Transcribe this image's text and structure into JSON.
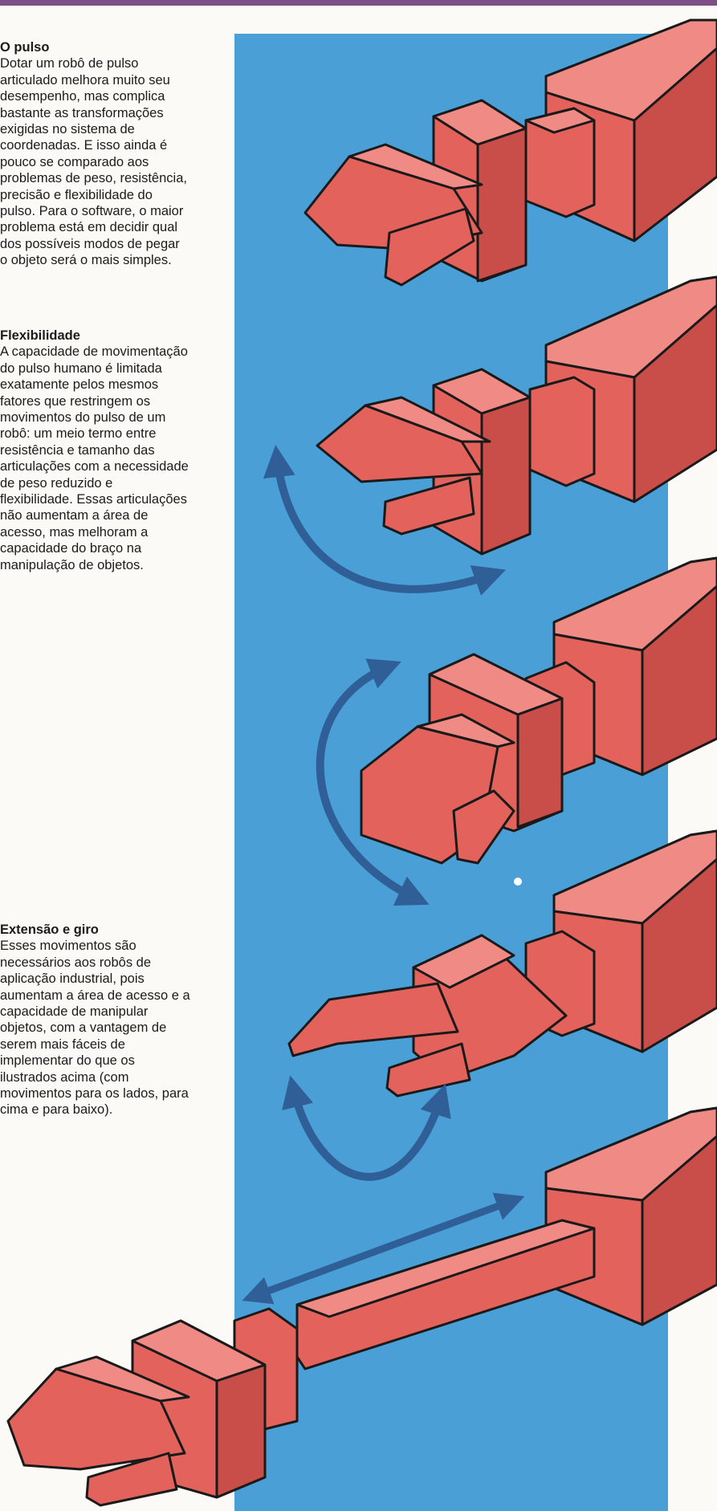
{
  "theme": {
    "header_bar": "#7e4f86",
    "panel_blue": "#4a9fd6",
    "robot_front": "#e4625c",
    "robot_top": "#ef8a84",
    "robot_side": "#c94d49",
    "arrow": "#2f5f96"
  },
  "sections": [
    {
      "title": "O pulso",
      "lines": [
        "Dotar um robô de pulso",
        "articulado melhora muito seu",
        "desempenho, mas complica",
        "bastante as transformações",
        "exigidas no sistema de",
        "coordenadas. E isso ainda é",
        "pouco se comparado aos",
        "problemas de peso, resistência,",
        "precisão e flexibilidade do",
        "pulso. Para o software, o maior",
        "problema está em decidir qual",
        "dos possíveis modos de pegar",
        "o objeto será o mais simples."
      ]
    },
    {
      "title": "Flexibilidade",
      "lines": [
        "A capacidade de movimentação",
        "do pulso humano é limitada",
        "exatamente pelos mesmos",
        "fatores que restringem os",
        "movimentos do pulso de um",
        "robô: um meio termo entre",
        "resistência e tamanho das",
        "articulações com a necessidade",
        "de peso reduzido e",
        "flexibilidade. Essas articulações",
        "não aumentam a área de",
        "acesso, mas melhoram a",
        "capacidade do braço na",
        "manipulação de objetos."
      ]
    },
    {
      "title": "Extensão e giro",
      "lines": [
        "Esses movimentos são",
        "necessários aos robôs de",
        "aplicação industrial, pois",
        "aumentam a área de acesso e a",
        "capacidade de manipular",
        "objetos, com a vantagem de",
        "serem mais fáceis de",
        "implementar do que os",
        "ilustrados acima (com",
        "movimentos para os lados, para",
        "cima e para baixo)."
      ]
    }
  ],
  "illustrations": [
    {
      "name": "robot-arm-1"
    },
    {
      "name": "robot-arm-2",
      "motion": "flex-arrow"
    },
    {
      "name": "robot-arm-3",
      "motion": "flex-arrow"
    },
    {
      "name": "robot-arm-4",
      "motion": "twist-arrow"
    },
    {
      "name": "robot-arm-5",
      "motion": "extension-arrow"
    }
  ]
}
